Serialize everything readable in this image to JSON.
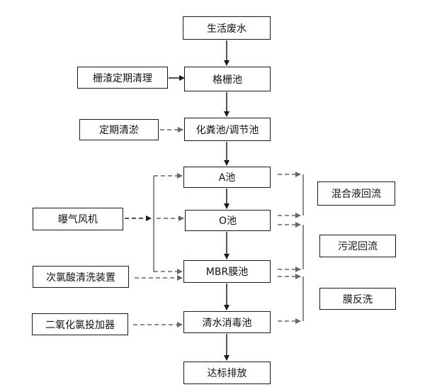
{
  "nodes": {
    "domestic_wastewater": "生活废水",
    "grille_pool": "格栅池",
    "septic_regulating_pool": "化粪池/调节池",
    "a_pool": "A池",
    "o_pool": "O池",
    "mbr_pool": "MBR膜池",
    "clear_water_disinfection_pool": "清水消毒池",
    "discharge": "达标排放"
  },
  "side_inputs": {
    "screen_cleaning": "栅渣定期清理",
    "desilting": "定期清淤",
    "aeration_blower": "曝气风机",
    "hypochlorite_cleaning": "次氯酸清洗装置",
    "chlorine_dioxide_dosing": "二氧化氯投加器"
  },
  "returns": {
    "mixed_liquor_return": "混合液回流",
    "sludge_return": "污泥回流",
    "membrane_backwash": "膜反洗"
  },
  "colors": {
    "border": "#1a1a1a",
    "dashed_arrow": "#666666",
    "solid_arrow": "#1a1a1a"
  }
}
